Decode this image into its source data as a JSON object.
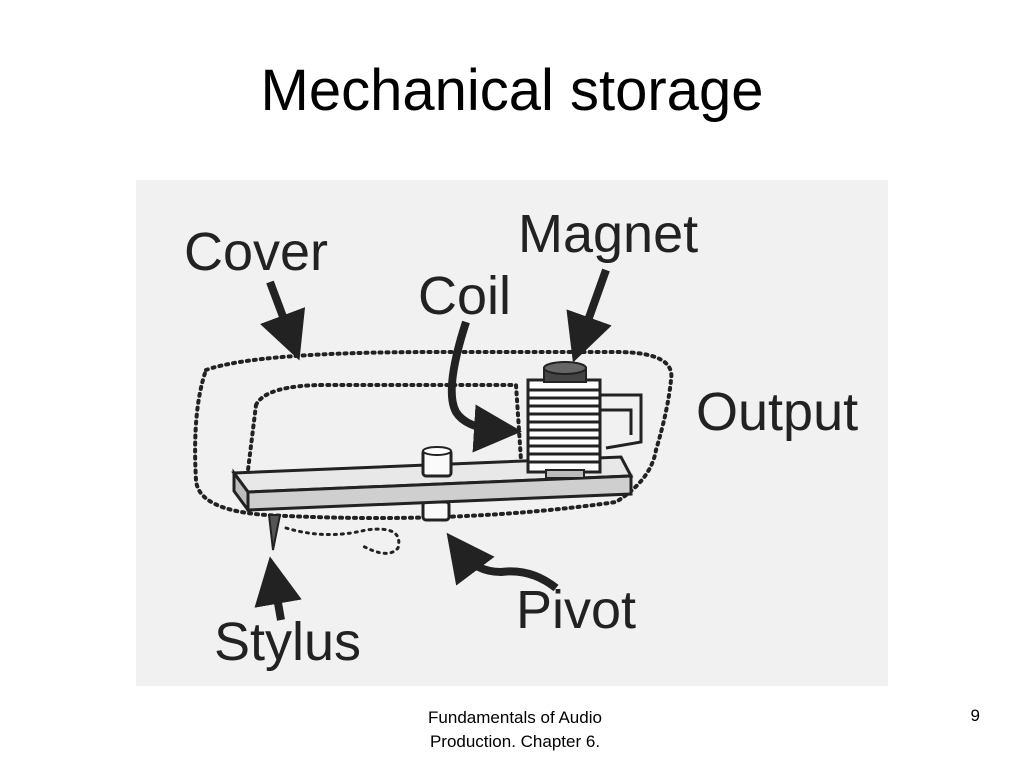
{
  "slide": {
    "title": "Mechanical storage",
    "page_number": "9",
    "footer": {
      "line1": "Fundamentals of Audio",
      "line2": "Production. Chapter 6."
    }
  },
  "diagram": {
    "labels": {
      "cover": "Cover",
      "coil": "Coil",
      "magnet": "Magnet",
      "output": "Output",
      "stylus": "Stylus",
      "pivot": "Pivot"
    }
  },
  "colors": {
    "figure_background": "#f1f1f1",
    "ink": "#222222",
    "arm": "#d9d9d9"
  }
}
